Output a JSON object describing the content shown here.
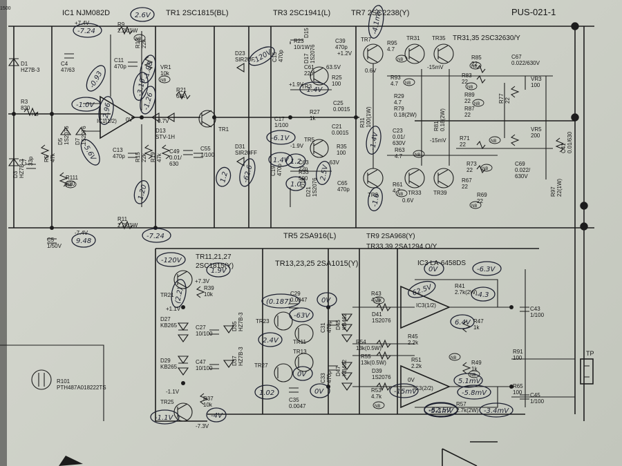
{
  "doc": {
    "board": "PUS-021-1",
    "corner": "1500"
  },
  "headers": {
    "ic1": "IC1 NJM082D",
    "tr1": "TR1 2SC1815(BL)",
    "tr3": "TR3 2SC1941(L)",
    "tr7": "TR7 2SC2238(Y)",
    "tr31": "TR31,35 2SC32630/Y",
    "tr5": "TR5 2SA916(L)",
    "tr9": "TR9 2SA968(Y)",
    "tr33": "TR33,39 2SA1294 O/Y",
    "tr11": "TR11,21,27",
    "tr11b": "2SC1815(Y)",
    "tr13": "TR13,23,25 2SA1015(Y)",
    "ic3": "IC3 LA-6458DS",
    "ic1half": "IC1(1/2)",
    "ic3a": "IC3(1/2)",
    "ic3b": "IC3(2/2)",
    "tp": "TP"
  },
  "parts": [
    {
      "id": "d1",
      "lines": [
        "D1",
        "HZ7B-3"
      ]
    },
    {
      "id": "c4",
      "lines": [
        "C4",
        "47/63"
      ]
    },
    {
      "id": "r9",
      "lines": [
        "R9",
        "2.2k/1W"
      ]
    },
    {
      "id": "c11",
      "lines": [
        "C11",
        "470p"
      ]
    },
    {
      "id": "r13",
      "lines": [
        "R13",
        "22k"
      ]
    },
    {
      "id": "vr1",
      "lines": [
        "VR1",
        "10k"
      ]
    },
    {
      "id": "r3",
      "lines": [
        "R3",
        "820"
      ]
    },
    {
      "id": "d5",
      "lines": [
        "D5",
        "1S2076"
      ]
    },
    {
      "id": "d7",
      "lines": [
        "D7",
        "1S2076"
      ]
    },
    {
      "id": "r21",
      "lines": [
        "R21",
        "68k"
      ]
    },
    {
      "id": "d13",
      "lines": [
        "D13",
        "STV-1H"
      ]
    },
    {
      "id": "c13",
      "lines": [
        "C13",
        "470p"
      ]
    },
    {
      "id": "r15",
      "lines": [
        "R15",
        "22k"
      ]
    },
    {
      "id": "r19",
      "lines": [
        "R19",
        "47k"
      ]
    },
    {
      "id": "c49",
      "lines": [
        "C49",
        "0.01/",
        "630"
      ]
    },
    {
      "id": "c55",
      "lines": [
        "C55",
        "1/100"
      ]
    },
    {
      "id": "d3",
      "lines": [
        "D3",
        "HZ7B-3"
      ]
    },
    {
      "id": "c7",
      "lines": [
        "C7",
        "33p"
      ]
    },
    {
      "id": "r5",
      "lines": [
        "R5",
        "47k"
      ]
    },
    {
      "id": "r111",
      "lines": [
        "R111",
        "820"
      ]
    },
    {
      "id": "r11",
      "lines": [
        "R11",
        "2.2k/1W"
      ]
    },
    {
      "id": "c5",
      "lines": [
        "C5",
        "1/50V"
      ]
    },
    {
      "id": "d23",
      "lines": [
        "D23",
        "SIR2UF"
      ]
    },
    {
      "id": "d31",
      "lines": [
        "D31",
        "SIR20FF"
      ]
    },
    {
      "id": "c15",
      "lines": [
        "C15",
        "470p"
      ]
    },
    {
      "id": "r23",
      "lines": [
        "R23",
        "10/1W"
      ]
    },
    {
      "id": "d17",
      "lines": [
        "D17",
        "1S2076"
      ]
    },
    {
      "id": "d15",
      "lines": [
        "D15"
      ]
    },
    {
      "id": "c61",
      "lines": [
        "C61",
        "22p"
      ]
    },
    {
      "id": "c39",
      "lines": [
        "C39",
        "470p"
      ]
    },
    {
      "id": "r25",
      "lines": [
        "R25",
        "100"
      ]
    },
    {
      "id": "c25",
      "lines": [
        "C25",
        "0.0015"
      ]
    },
    {
      "id": "c17",
      "lines": [
        "C17",
        "1/100"
      ]
    },
    {
      "id": "r27",
      "lines": [
        "R27",
        "1k"
      ]
    },
    {
      "id": "c21",
      "lines": [
        "C21",
        "0.0015"
      ]
    },
    {
      "id": "r35",
      "lines": [
        "R35",
        "100"
      ]
    },
    {
      "id": "c63",
      "lines": [
        "C63",
        "22p"
      ]
    },
    {
      "id": "r33",
      "lines": [
        "R33",
        "500"
      ]
    },
    {
      "id": "c19",
      "lines": [
        "C19",
        "470p"
      ]
    },
    {
      "id": "d19",
      "lines": [
        "D19"
      ]
    },
    {
      "id": "d21",
      "lines": [
        "D21",
        "1S2076"
      ]
    },
    {
      "id": "c65",
      "lines": [
        "C65",
        "470p"
      ]
    },
    {
      "id": "r95",
      "lines": [
        "R95",
        "4.7"
      ]
    },
    {
      "id": "r93",
      "lines": [
        "R93",
        "4.7"
      ]
    },
    {
      "id": "r29",
      "lines": [
        "R29",
        "4.7"
      ]
    },
    {
      "id": "r79",
      "lines": [
        "R79",
        "0.18(2W)"
      ]
    },
    {
      "id": "r81",
      "lines": [
        "R81",
        "0.18(2W)"
      ]
    },
    {
      "id": "c23",
      "lines": [
        "C23",
        "0.01/",
        "630V"
      ]
    },
    {
      "id": "r31",
      "lines": [
        "R31",
        "100(1W)"
      ]
    },
    {
      "id": "r63",
      "lines": [
        "R63",
        "4.7"
      ]
    },
    {
      "id": "r61",
      "lines": [
        "R61",
        "4.7"
      ]
    },
    {
      "id": "r85",
      "lines": [
        "R85",
        "22"
      ]
    },
    {
      "id": "r83",
      "lines": [
        "R83",
        "22"
      ]
    },
    {
      "id": "r89",
      "lines": [
        "R89",
        "22"
      ]
    },
    {
      "id": "r87",
      "lines": [
        "R87",
        "22"
      ]
    },
    {
      "id": "r77",
      "lines": [
        "R77",
        "22"
      ]
    },
    {
      "id": "c67",
      "lines": [
        "C67",
        "0.022/630V"
      ]
    },
    {
      "id": "vr3",
      "lines": [
        "VR3",
        "100"
      ]
    },
    {
      "id": "r71",
      "lines": [
        "R71",
        "22"
      ]
    },
    {
      "id": "r73",
      "lines": [
        "R73",
        "22"
      ]
    },
    {
      "id": "r67",
      "lines": [
        "R67",
        "22"
      ]
    },
    {
      "id": "r69",
      "lines": [
        "R69",
        "22"
      ]
    },
    {
      "id": "vr5",
      "lines": [
        "VR5",
        "200"
      ]
    },
    {
      "id": "c69",
      "lines": [
        "C69",
        "0.022/",
        "630V"
      ]
    },
    {
      "id": "c41",
      "lines": [
        "C41",
        "0.01/630"
      ]
    },
    {
      "id": "r97",
      "lines": [
        "R97",
        "22(1W)"
      ]
    },
    {
      "id": "r39",
      "lines": [
        "R39",
        "10k"
      ]
    },
    {
      "id": "d27",
      "lines": [
        "D27",
        "KB265"
      ]
    },
    {
      "id": "c27",
      "lines": [
        "C27",
        "10/100"
      ]
    },
    {
      "id": "d35",
      "lines": [
        "D35",
        "HZ7B-3"
      ]
    },
    {
      "id": "d29",
      "lines": [
        "D29",
        "KB265"
      ]
    },
    {
      "id": "c47",
      "lines": [
        "C47",
        "10/100"
      ]
    },
    {
      "id": "d37",
      "lines": [
        "D37",
        "HZ7B-3"
      ]
    },
    {
      "id": "r37",
      "lines": [
        "R37",
        "10k"
      ]
    },
    {
      "id": "r101",
      "lines": [
        "R101",
        "PTH487A018222TS"
      ]
    },
    {
      "id": "c29",
      "lines": [
        "C29",
        "0.0047"
      ]
    },
    {
      "id": "c31",
      "lines": [
        "C31",
        "470p"
      ]
    },
    {
      "id": "c33",
      "lines": [
        "C33",
        "470p"
      ]
    },
    {
      "id": "c35",
      "lines": [
        "C35",
        "0.0047"
      ]
    },
    {
      "id": "d45",
      "lines": [
        "D45",
        "KB462"
      ]
    },
    {
      "id": "d47",
      "lines": [
        "D47",
        "KB462"
      ]
    },
    {
      "id": "r43",
      "lines": [
        "R43",
        "4.7k"
      ]
    },
    {
      "id": "d41",
      "lines": [
        "D41",
        "1S2076"
      ]
    },
    {
      "id": "r54",
      "lines": [
        "R54",
        "13k(0.5W)"
      ]
    },
    {
      "id": "r55",
      "lines": [
        "R55",
        "13k(0.5W)"
      ]
    },
    {
      "id": "d39",
      "lines": [
        "D39",
        "1S2076"
      ]
    },
    {
      "id": "r53",
      "lines": [
        "R53",
        "4.7k"
      ]
    },
    {
      "id": "r41",
      "lines": [
        "R41",
        "2.7k(2W)"
      ]
    },
    {
      "id": "r45",
      "lines": [
        "R45",
        "2.2k"
      ]
    },
    {
      "id": "r47",
      "lines": [
        "R47",
        "1k"
      ]
    },
    {
      "id": "r51",
      "lines": [
        "R51",
        "2.2k"
      ]
    },
    {
      "id": "r49",
      "lines": [
        "R49",
        "1k"
      ]
    },
    {
      "id": "r57",
      "lines": [
        "R57",
        "2.7k(2W)"
      ]
    },
    {
      "id": "r91",
      "lines": [
        "R91",
        "100"
      ]
    },
    {
      "id": "r65",
      "lines": [
        "R65",
        "100"
      ]
    },
    {
      "id": "c43",
      "lines": [
        "C43",
        "1/100"
      ]
    },
    {
      "id": "c45",
      "lines": [
        "C45",
        "1/100"
      ]
    }
  ],
  "tags": {
    "nb": "NB",
    "hb": "HB"
  },
  "transistor_labels": [
    "TR1",
    "TR3",
    "TR5",
    "TR7",
    "TR9",
    "TR31",
    "TR33",
    "TR35",
    "TR39",
    "TR11",
    "TR13",
    "TR21",
    "TR23",
    "TR25",
    "TR27"
  ],
  "printed_voltages": {
    "ic1_plus": "+7.4V",
    "ic1_minus": "-7.4V",
    "ic1_out": "0V",
    "d13_v": "0.7V",
    "tr3_e": "63.5V",
    "tr3_b": "+1.9V",
    "tr3_c": "+1.2V",
    "tr5_b": "-1.9V",
    "tr5_e": "-63V",
    "tr7_b": "0.6V",
    "tr31_e": "-15mV",
    "tr33_e": "0.6V",
    "tr21_b": "+1.1V",
    "tr11_e": "+7.3V",
    "tr25_b": "-1.1V",
    "tr25_e": "-7.3V",
    "ic3_out": "0V",
    "vr5_15": "-15mV"
  },
  "handwritten": [
    "2.6V",
    "-7.24",
    "-1.0V",
    "-5.6V",
    "-0.93",
    "-2.96",
    "-1.98",
    "-1.26",
    "1.20",
    "-7.24",
    "9.48",
    "-3.16",
    "-1.4V",
    "1.4V",
    "1.0",
    "2.5V",
    "-1.4V",
    "-1.6",
    "1.2",
    "-62.6",
    "-120V",
    "-120V",
    "1.9V",
    "(2.2)",
    "1.2",
    "(0.187)",
    "-63V",
    "0V",
    "2.4V",
    "1.02",
    "0V",
    "0V",
    "-1.1V",
    "-4V",
    "0V",
    "-6.3V",
    "-4.3",
    "6.4V",
    "62.5V",
    "-5.8mV",
    "5.1mV",
    "-15mV",
    "-5.1mV",
    "-3.4mV",
    "-4.1mV",
    "-6.1V",
    "-62.5V"
  ]
}
